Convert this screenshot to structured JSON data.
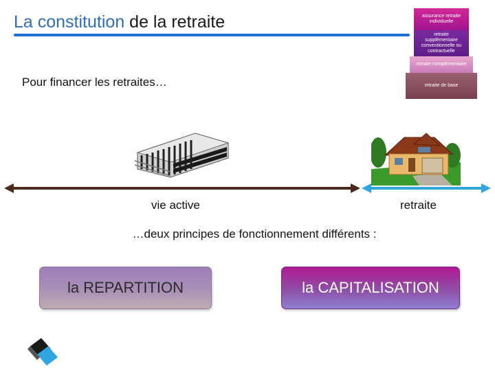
{
  "title": {
    "accent": "La constitution",
    "rest": " de la retraite"
  },
  "pyramid": {
    "levels": [
      {
        "label": "assurance retraite individuelle"
      },
      {
        "label": "retraite supplémentaire conventionnelle ou contractuelle"
      },
      {
        "label": "retraite complémentaire"
      },
      {
        "label": "retraite de base"
      }
    ]
  },
  "subtitle": "Pour financer les retraites…",
  "timeline": {
    "active_label": "vie active",
    "retirement_label": "retraite",
    "active_color": "#4a2a1a",
    "retirement_color": "#2fa6e0"
  },
  "principles_text": "…deux principes de fonctionnement différents :",
  "buttons": {
    "repartition": "la  REPARTITION",
    "capitalisation": "la  CAPITALISATION"
  },
  "colors": {
    "title_accent": "#2f6eb5",
    "rule": "#1f6fcf"
  },
  "icons": {
    "office": "office-building-icon",
    "house": "house-icon",
    "nav": "navigation-arrows-icon"
  }
}
